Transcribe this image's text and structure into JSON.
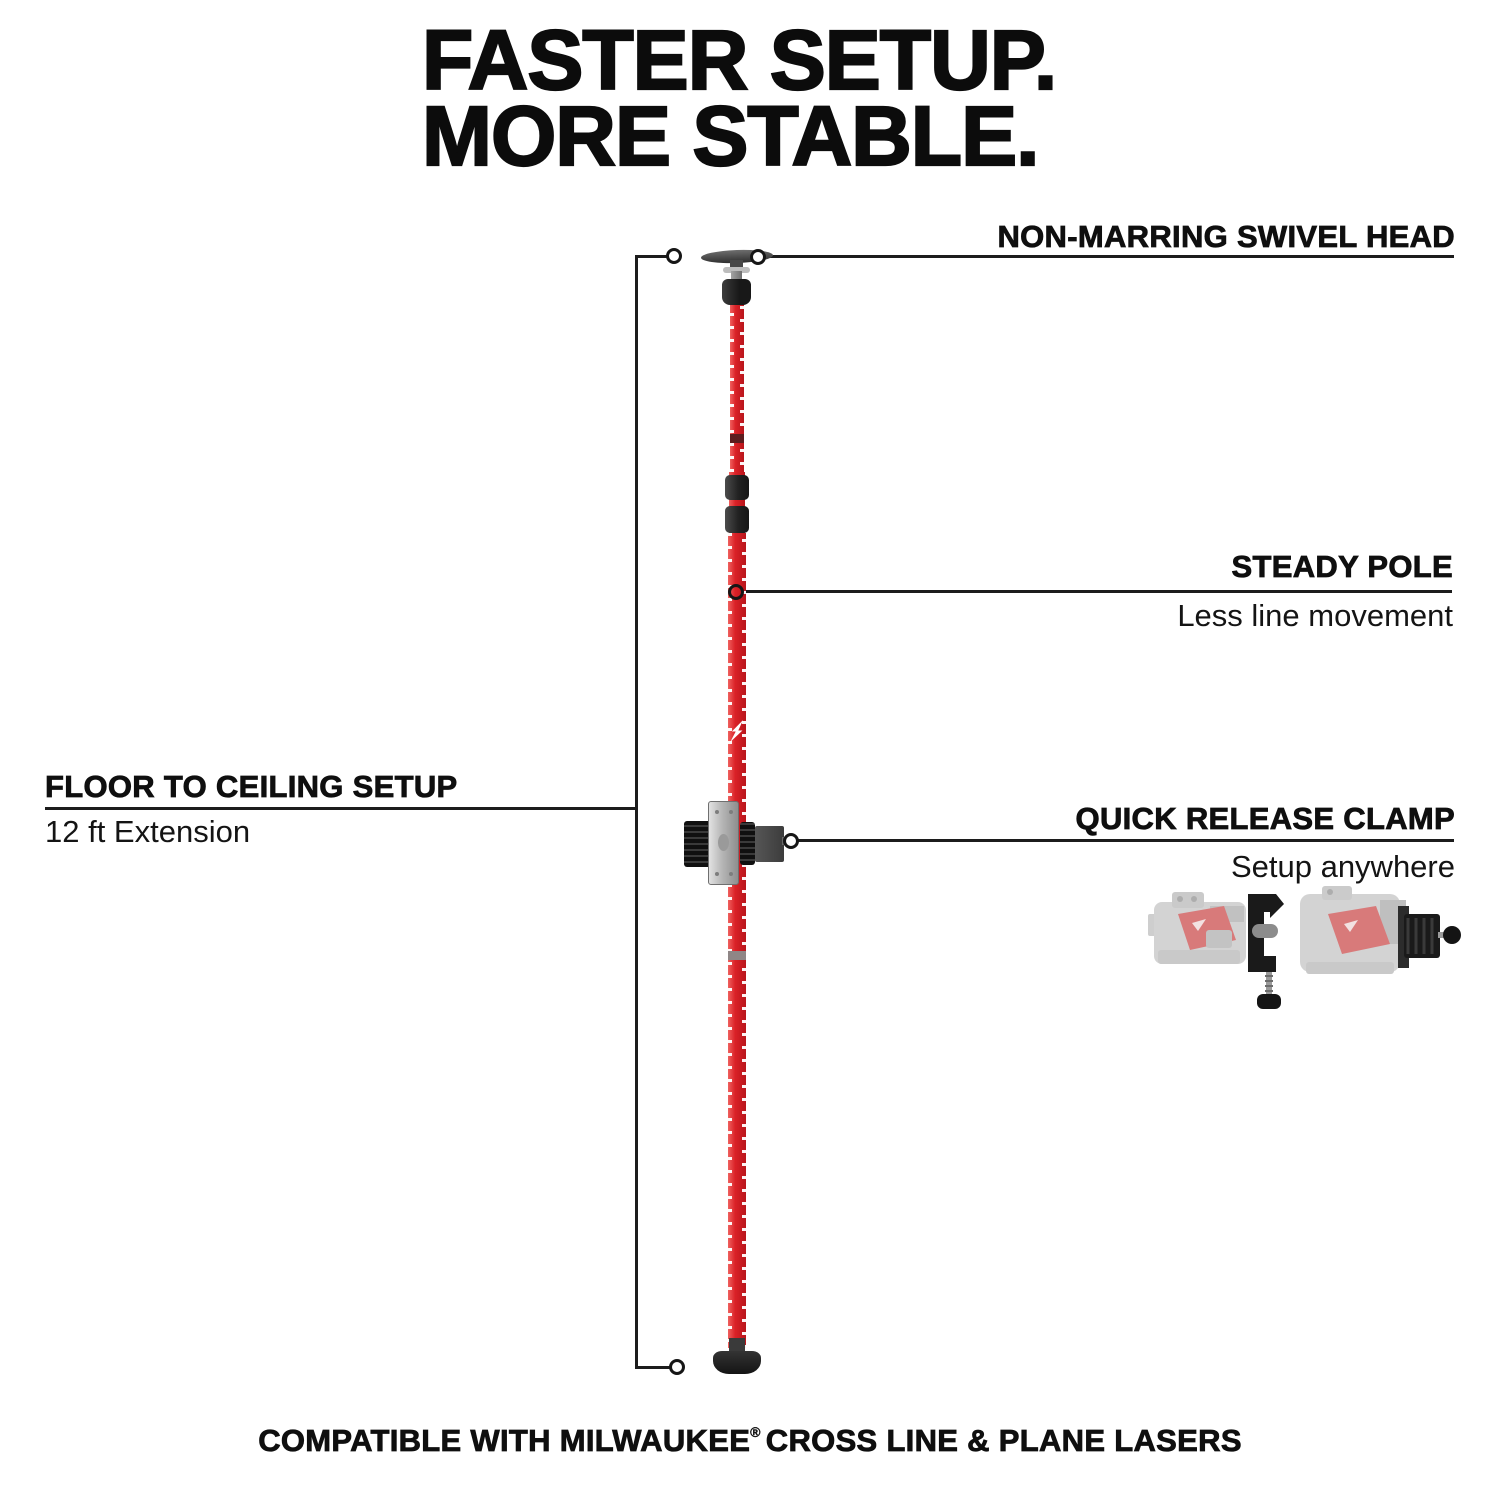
{
  "title": {
    "line1": "FASTER SETUP.",
    "line2": "MORE STABLE."
  },
  "callouts": {
    "swivel_head": {
      "label": "NON-MARRING SWIVEL HEAD"
    },
    "steady_pole": {
      "label": "STEADY POLE",
      "sublabel": "Less line movement"
    },
    "floor_to_ceiling": {
      "label": "FLOOR TO CEILING SETUP",
      "sublabel": "12 ft Extension"
    },
    "quick_release_clamp": {
      "label": "QUICK RELEASE CLAMP",
      "sublabel": "Setup anywhere"
    }
  },
  "footer": {
    "prefix": "COMPATIBLE WITH MILWAUKEE",
    "registered_mark": "®",
    "suffix": "CROSS LINE & PLANE LASERS"
  },
  "colors": {
    "pole_red": "#da2127",
    "ink": "#111111",
    "line": "#1c1c1c"
  }
}
